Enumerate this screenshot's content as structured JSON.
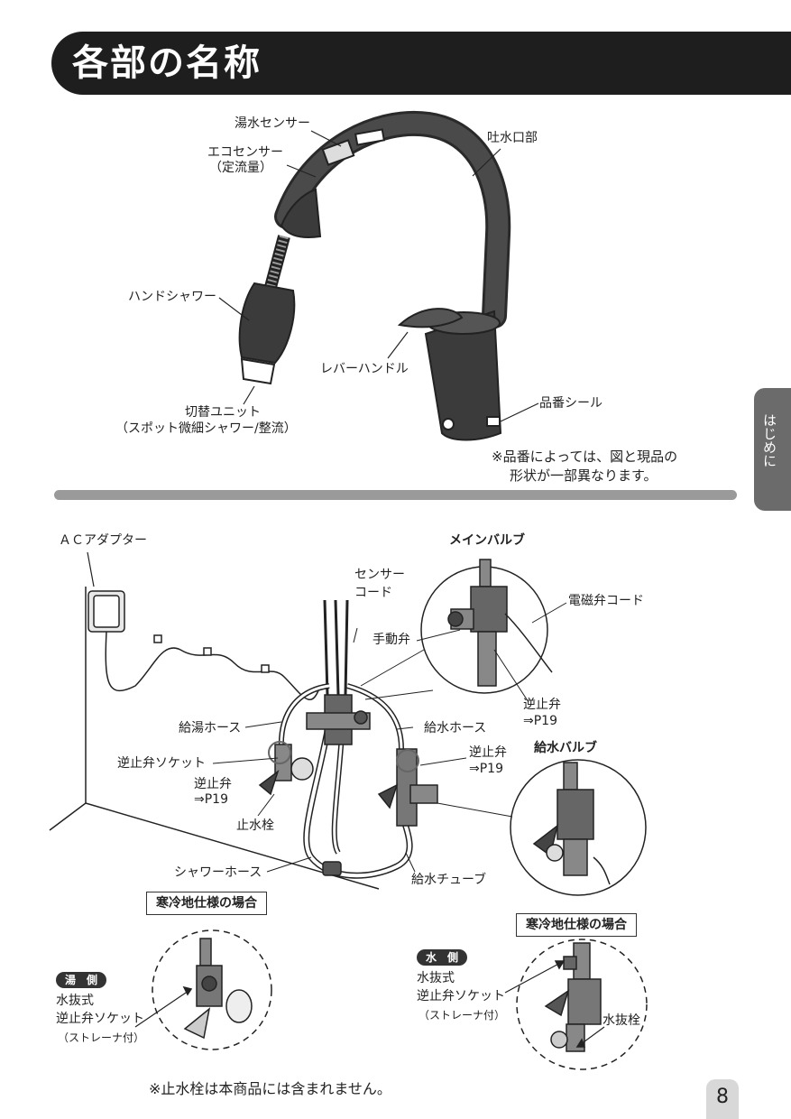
{
  "title": "各部の名称",
  "side_tab": "はじめに",
  "page_number": "8",
  "faucet": {
    "hot_sensor": "湯水センサー",
    "eco_sensor": "エコセンサー",
    "eco_sensor_sub": "（定流量）",
    "spout": "吐水口部",
    "hand_shower": "ハンドシャワー",
    "lever_handle": "レバーハンドル",
    "part_no_seal": "品番シール",
    "switch_unit": "切替ユニット",
    "switch_unit_sub": "（スポット微細シャワー/整流）",
    "note_line1": "※品番によっては、図と現品の",
    "note_line2": "形状が一部異なります。"
  },
  "piping": {
    "ac_adapter": "ＡＣアダプター",
    "sensor_cord_1": "センサー",
    "sensor_cord_2": "コード",
    "main_valve": "メインバルブ",
    "manual_valve": "手動弁",
    "solenoid_cord": "電磁弁コード",
    "check_valve_a": "逆止弁",
    "check_valve_a_ref": "⇒P19",
    "hot_hose": "給湯ホース",
    "cold_hose": "給水ホース",
    "check_socket": "逆止弁ソケット",
    "check_valve_b": "逆止弁",
    "check_valve_b_ref": "⇒P19",
    "check_valve_c": "逆止弁",
    "check_valve_c_ref": "⇒P19",
    "supply_valve": "給水バルブ",
    "stop_valve": "止水栓",
    "shower_hose": "シャワーホース",
    "supply_tube": "給水チューブ"
  },
  "cold_region": {
    "box_label_left": "寒冷地仕様の場合",
    "box_label_right": "寒冷地仕様の場合",
    "hot_side_pill": "湯　側",
    "cold_side_pill": "水　側",
    "left_line1": "水抜式",
    "left_line2": "逆止弁ソケット",
    "left_line3": "（ストレーナ付）",
    "right_line1": "水抜式",
    "right_line2": "逆止弁ソケット",
    "right_line3": "（ストレーナ付）",
    "drain_plug": "水抜栓"
  },
  "bottom_note": "※止水栓は本商品には含まれません。"
}
